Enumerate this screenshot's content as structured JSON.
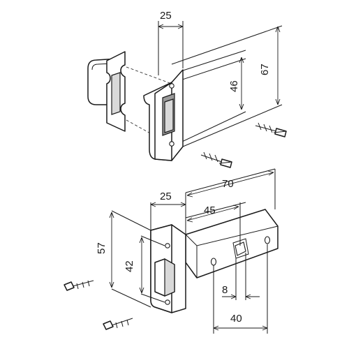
{
  "diagram": {
    "strike_plate": {
      "dimensions": {
        "depth": "25",
        "hole_spacing": "46",
        "height": "67"
      },
      "icons": [
        "strike-box-icon",
        "strike-plate-icon",
        "screw-icon",
        "screw-icon"
      ]
    },
    "latch": {
      "dimensions": {
        "faceplate_depth": "25",
        "overall_length": "70",
        "backset": "45",
        "faceplate_height": "57",
        "hole_spacing": "42",
        "spindle_square": "8",
        "case_length": "40"
      },
      "icons": [
        "latch-body-icon",
        "faceplate-icon",
        "latch-bolt-icon",
        "screw-icon",
        "screw-icon"
      ]
    }
  }
}
